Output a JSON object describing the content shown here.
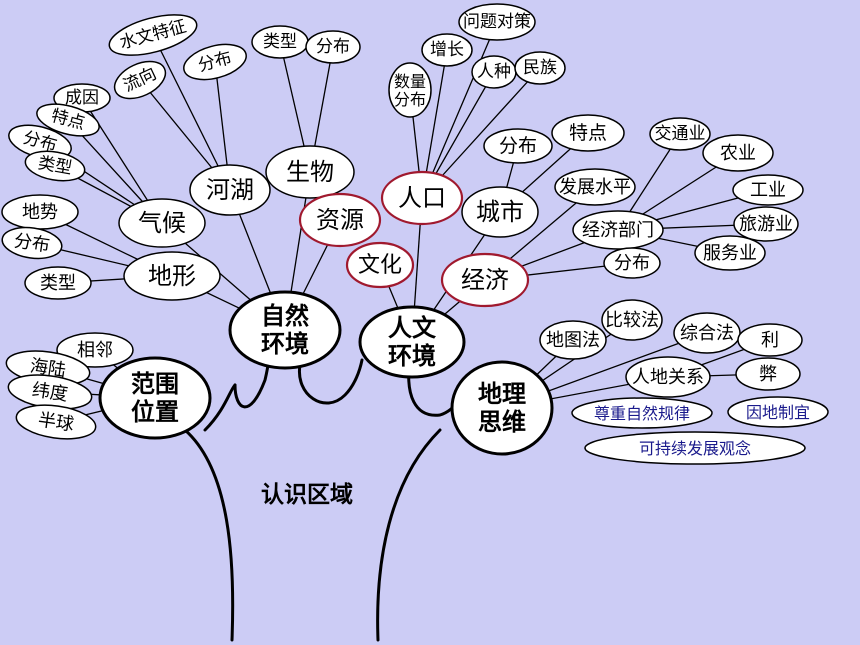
{
  "title": "认识区域",
  "colors": {
    "background": "#ccccf5",
    "node_fill": "#ffffff",
    "stroke": "#000000",
    "highlight": "#a0192e",
    "blue_text": "#1a1a8c"
  },
  "nodes": {
    "fanwei": "范围\n位置",
    "ziran": "自然\n环境",
    "renwen": "人文\n环境",
    "siwei": "地理\n思维",
    "qihou": "气候",
    "dixing": "地形",
    "hehu": "河湖",
    "shengwu": "生物",
    "ziyuan": "资源",
    "renkou": "人口",
    "chengshi": "城市",
    "wenhua": "文化",
    "jingji": "经济",
    "xianglin": "相邻",
    "hailu": "海陆",
    "weidu": "纬度",
    "banqiu": "半球",
    "dishi": "地势",
    "dx_fenbu": "分布",
    "dx_leixing": "类型",
    "chengyin": "成因",
    "tedian": "特点",
    "qh_fenbu": "分布",
    "qh_leixing": "类型",
    "shuiwen": "水文特征",
    "liuxiang": "流向",
    "hh_fenbu": "分布",
    "sw_leixing": "类型",
    "sw_fenbu": "分布",
    "wenti": "问题对策",
    "zengzhang": "增长",
    "renzhong": "人种",
    "minzu": "民族",
    "shuliang": "数量\n分布",
    "cs_fenbu": "分布",
    "cs_tedian": "特点",
    "fazhan": "发展水平",
    "bumen": "经济部门",
    "jj_fenbu": "分布",
    "jiaotong": "交通业",
    "nongye": "农业",
    "gongye": "工业",
    "lvyou": "旅游业",
    "fuwu": "服务业",
    "ditu": "地图法",
    "bijiao": "比较法",
    "zonghe": "综合法",
    "rendi": "人地关系",
    "li": "利",
    "bi": "弊",
    "zunzhong": "尊重自然规律",
    "yindi": "因地制宜",
    "kechixu": "可持续发展观念"
  }
}
